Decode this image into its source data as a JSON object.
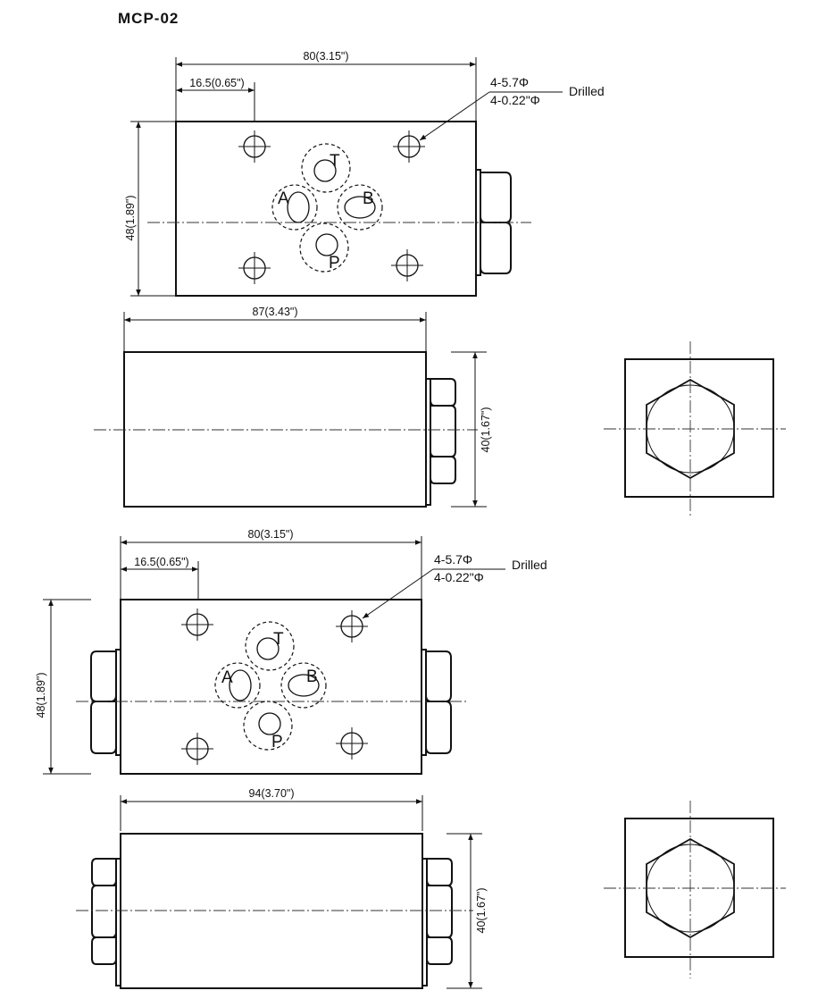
{
  "title": "MCP-02",
  "views": {
    "top1": {
      "width_dim": "80(3.15\")",
      "offset_dim": "16.5(0.65\")",
      "height_dim": "48(1.89\")",
      "hole_spec_top": "4-5.7Φ",
      "hole_spec_bottom": "4-0.22\"Φ",
      "hole_note": "Drilled",
      "ports": {
        "t": "T",
        "a": "A",
        "b": "B",
        "p": "P"
      }
    },
    "side1": {
      "length_dim": "87(3.43\")",
      "height_dim": "40(1.67\")"
    },
    "top2": {
      "width_dim": "80(3.15\")",
      "offset_dim": "16.5(0.65\")",
      "height_dim": "48(1.89\")",
      "hole_spec_top": "4-5.7Φ",
      "hole_spec_bottom": "4-0.22\"Φ",
      "hole_note": "Drilled",
      "ports": {
        "t": "T",
        "a": "A",
        "b": "B",
        "p": "P"
      }
    },
    "side2": {
      "length_dim": "94(3.70\")",
      "height_dim": "40(1.67\")"
    }
  }
}
